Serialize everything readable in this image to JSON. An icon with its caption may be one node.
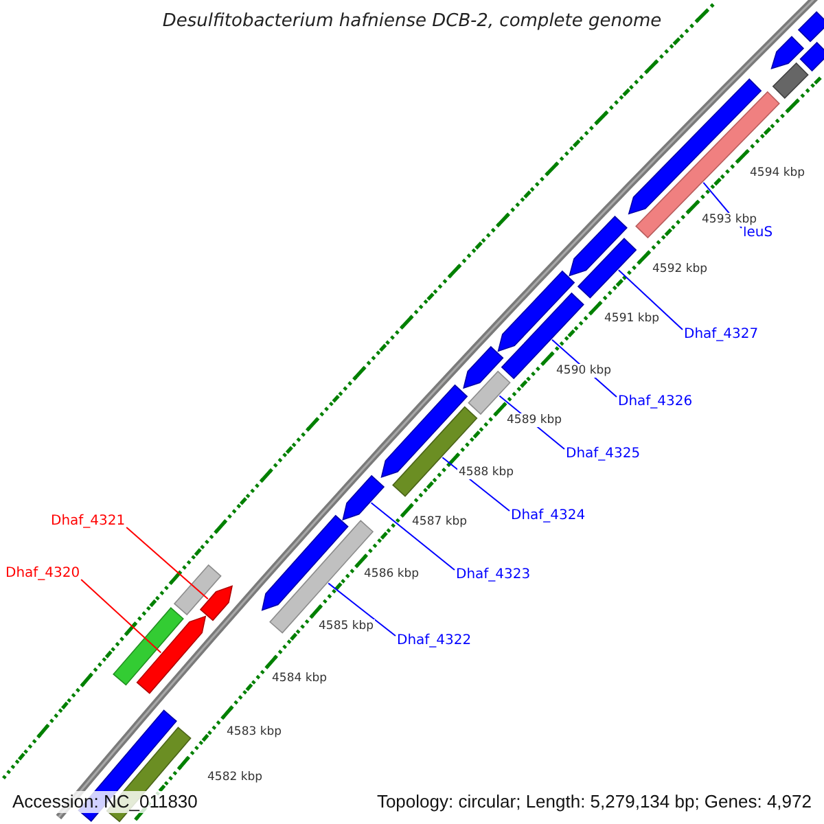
{
  "diagram": {
    "title": "Desulfitobacterium hafniense DCB-2, complete genome",
    "nodes": [
      {
        "text": [
          "leuS"
        ]
      },
      {
        "text": [],
        "shape": "bar"
      },
      {
        "text": [
          "Dhaf_4327"
        ]
      },
      {
        "text": [],
        "shape": "bar"
      },
      {
        "text": [
          "Dhaf_4326"
        ]
      },
      {
        "text": [],
        "shape": "bar"
      },
      {
        "text": [
          "Dhaf_4325"
        ]
      },
      {
        "text": [],
        "shape": "bar"
      },
      {
        "text": [
          "Dhaf_4324"
        ]
      },
      {
        "text": [],
        "shape": "bar"
      },
      {
        "text": [
          "Dhaf_4321"
        ]
      },
      {
        "text": [],
        "shape": "bar"
      },
      {
        "text": [
          "Dhaf_4323"
        ]
      },
      {
        "text": [],
        "shape": "bar"
      },
      {
        "text": [
          "Dhaf_4320"
        ]
      },
      {
        "text": [],
        "shape": "bar"
      },
      {
        "text": [
          "Dhaf_4322"
        ]
      },
      {
        "text": [],
        "shape": "bar"
      },
      {
        "text": [],
        "shape": "bar"
      },
      {
        "text": [],
        "shape": "bar"
      },
      {
        "text": [],
        "shape": "bar"
      },
      {
        "text": [],
        "shape": "bar"
      },
      {
        "text": [],
        "shape": "bar"
      },
      {
        "text": [],
        "shape": "bar"
      },
      {
        "text": [],
        "shape": "bar"
      },
      {
        "text": [],
        "shape": "bar"
      },
      {
        "text": [],
        "shape": "bar"
      },
      {
        "text": [],
        "shape": "bar"
      },
      {
        "text": [],
        "shape": "bar"
      },
      {
        "text": [],
        "shape": "bar"
      },
      {
        "text": [],
        "shape": "bar"
      },
      {
        "text": [],
        "shape": "bar"
      }
    ],
    "edges": [
      {
        "from": 0,
        "to": 1,
        "arrow": "none"
      },
      {
        "from": 2,
        "to": 3,
        "arrow": "none"
      },
      {
        "from": 4,
        "to": 5,
        "arrow": "none"
      },
      {
        "from": 6,
        "to": 7,
        "arrow": "none"
      },
      {
        "from": 8,
        "to": 9,
        "arrow": "none"
      },
      {
        "from": 10,
        "to": 11,
        "arrow": "none",
        "color": "#ff0000"
      },
      {
        "from": 12,
        "to": 13,
        "arrow": "none"
      },
      {
        "from": 14,
        "to": 15,
        "arrow": "none",
        "color": "#ff0000"
      },
      {
        "from": 16,
        "to": 17,
        "arrow": "none"
      }
    ],
    "labels": [
      "4594 kbp",
      "4593 kbp",
      "4592 kbp",
      "4591 kbp",
      "4590 kbp",
      "4589 kbp",
      "4588 kbp",
      "4587 kbp",
      "4586 kbp",
      "4585 kbp",
      "4584 kbp",
      "4583 kbp",
      "4582 kbp",
      "Accession: NC_011830",
      "Topology: circular; Length: 5,279,134 bp; Genes: 4,972"
    ]
  }
}
